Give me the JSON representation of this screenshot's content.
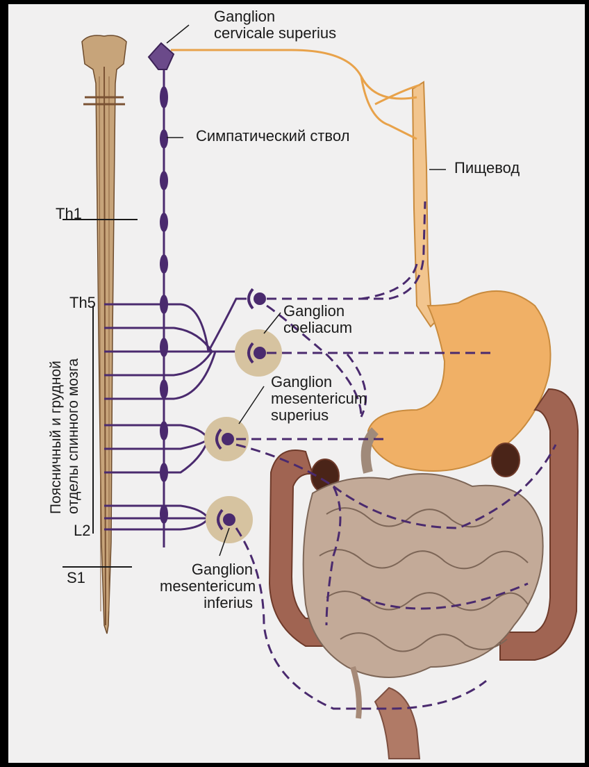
{
  "labels": {
    "ganglion_cervicale": [
      "Ganglion",
      "cervicale superius"
    ],
    "sympathetic_trunk": "Симпатический ствол",
    "esophagus": "Пищевод",
    "ganglion_coeliacum": [
      "Ganglion",
      "coeliacum"
    ],
    "ganglion_mes_sup": [
      "Ganglion",
      "mesentericum",
      "superius"
    ],
    "ganglion_mes_inf": [
      "Ganglion",
      "mesentericum",
      "inferius"
    ],
    "spinal_region": [
      "Поясничный и грудной",
      "отделы спинного мозга"
    ],
    "th1": "Th1",
    "th5": "Th5",
    "l2": "L2",
    "s1": "S1"
  },
  "colors": {
    "nerve": "#4a2a6e",
    "postganglionic": "#e8a24a",
    "ganglion_fill": "#d6c3a0",
    "spinal_cord": "#a47a4e",
    "stomach": "#f0b066",
    "intestine": "#bba392",
    "colon": "#8c5a45"
  },
  "icons": [
    "ganglion-icon",
    "spinal-cord-icon",
    "stomach-icon",
    "intestine-icon",
    "colon-icon",
    "esophagus-icon"
  ]
}
